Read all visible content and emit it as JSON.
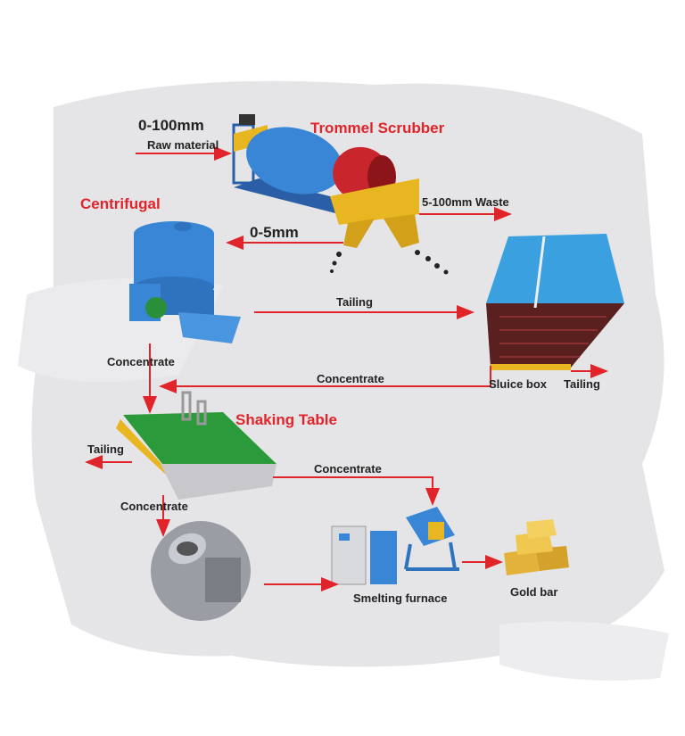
{
  "title_labels": {
    "trommel": "Trommel Scrubber",
    "centrifugal": "Centrifugal",
    "shaking_table": "Shaking Table"
  },
  "labels": {
    "raw_size": "0-100mm",
    "raw_material": "Raw material",
    "waste": "5-100mm Waste",
    "fine_size": "0-5mm",
    "tailing_centrifugal": "Tailing",
    "concentrate_centrifugal": "Concentrate",
    "concentrate_sluice": "Concentrate",
    "sluice_box": "Sluice box",
    "tailing_sluice": "Tailing",
    "tailing_table": "Tailing",
    "concentrate_table_furnace": "Concentrate",
    "concentrate_table_down": "Concentrate",
    "smelting_furnace": "Smelting furnace",
    "gold_bar": "Gold bar"
  },
  "colors": {
    "arrow": "#e0242a",
    "title_red": "#e0242a",
    "machine_blue": "#3a86d6",
    "machine_yellow": "#e8b620",
    "table_green": "#2a9a3a",
    "gold": "#e2b23a",
    "brush_grey": "#e4e4e6"
  }
}
